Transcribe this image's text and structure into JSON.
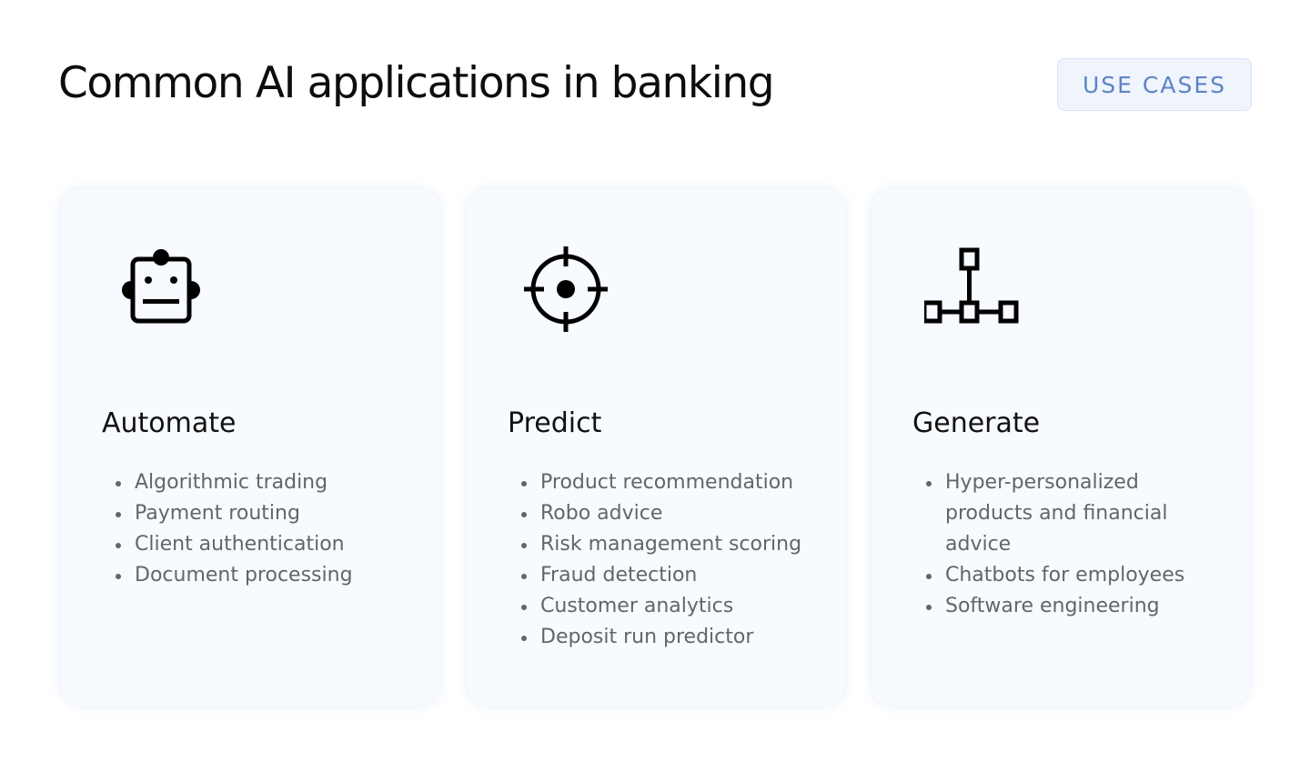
{
  "page": {
    "title": "Common AI applications in banking",
    "tag": "USE CASES"
  },
  "colors": {
    "tag_text": "#5f83c6",
    "tag_bg": "#eff4fd",
    "card_bg": "#f7fafe",
    "list_text": "#62656c"
  },
  "cards": [
    {
      "icon": "robot-icon",
      "title": "Automate",
      "items": [
        "Algorithmic trading",
        "Payment routing",
        "Client authentication",
        "Document processing"
      ]
    },
    {
      "icon": "crosshair-icon",
      "title": "Predict",
      "items": [
        "Product recommendation",
        "Robo advice",
        "Risk management scoring",
        "Fraud detection",
        "Customer analytics",
        "Deposit run predictor"
      ]
    },
    {
      "icon": "network-icon",
      "title": "Generate",
      "items": [
        "Hyper-personalized products and financial advice",
        "Chatbots for employees",
        "Software engineering"
      ]
    }
  ]
}
